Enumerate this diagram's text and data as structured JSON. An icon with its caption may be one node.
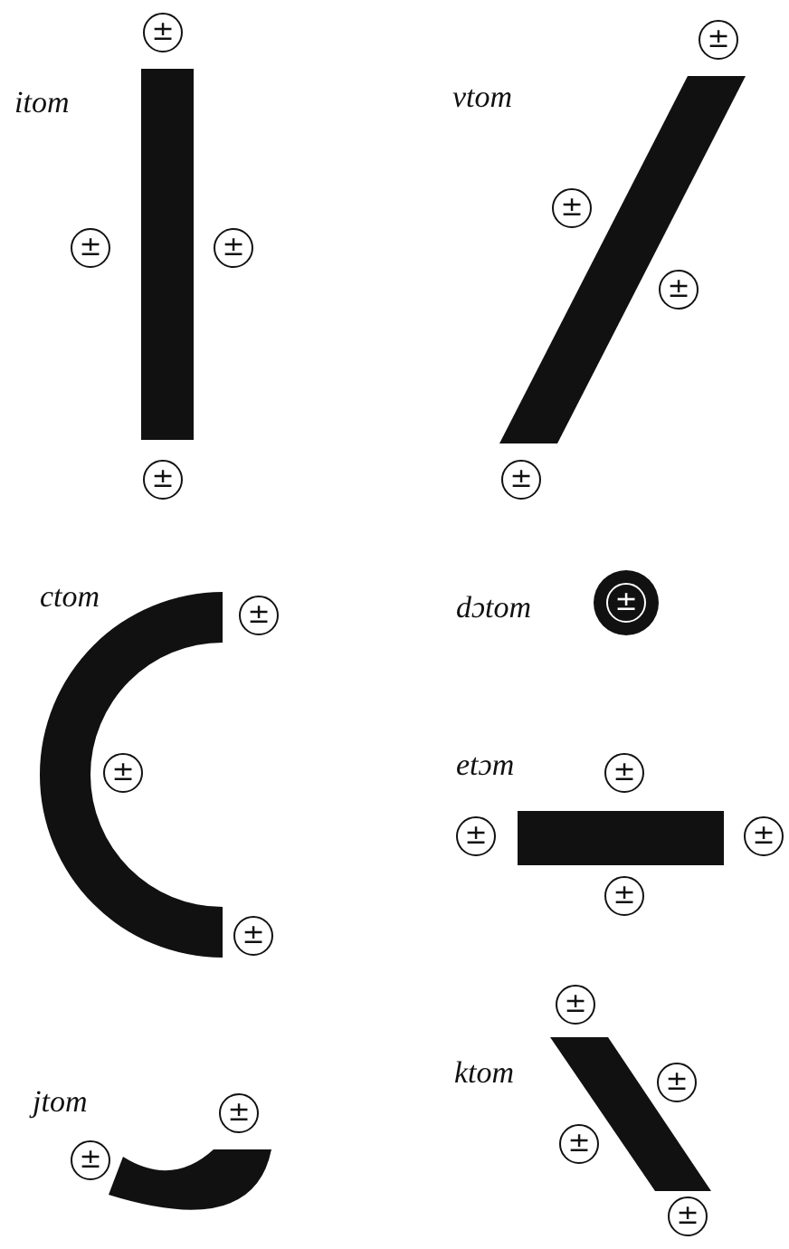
{
  "diagram": {
    "labels": [
      "itom",
      "±",
      "±",
      "±",
      "±",
      "vtom",
      "±",
      "±",
      "±",
      "±",
      "ctom",
      "±",
      "±",
      "±",
      "dɔtom",
      "±",
      "etɔm",
      "±",
      "±",
      "±",
      "±",
      "jtom",
      "±",
      "±",
      "ktom",
      "±",
      "±",
      "±",
      "±"
    ]
  }
}
